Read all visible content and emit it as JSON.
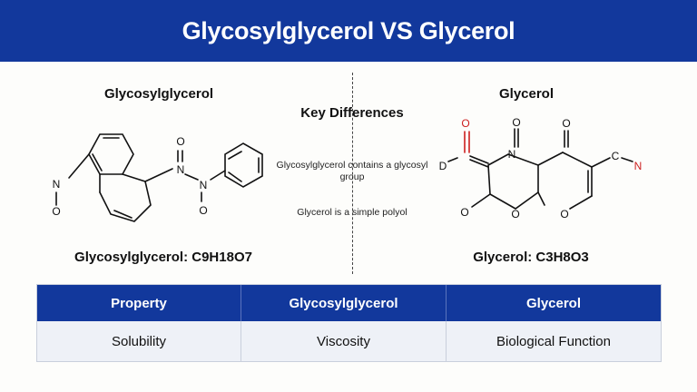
{
  "header": {
    "title": "Glycosylglycerol VS Glycerol"
  },
  "left": {
    "title": "Glycosylglycerol",
    "formula": "Glycosylglycerol: C9H18O7",
    "atoms": {
      "o_top": "O",
      "n_top": "N",
      "n_bottom": "N",
      "o_bottom": "O",
      "n_left": "N",
      "o_left": "O"
    }
  },
  "center": {
    "title": "Key Differences",
    "note1": "Glycosylglycerol contains a glycosyl group",
    "note2": "Glycerol is a simple polyol"
  },
  "right": {
    "title": "Glycerol",
    "formula": "Glycerol: C3H8O3",
    "atoms": {
      "o_top_left": "O",
      "o_top_mid": "O",
      "o_top_right": "O",
      "d": "D",
      "n_ring": "N",
      "c_right": "C",
      "n_right": "N",
      "o_bottom_left": "O",
      "o_ring1": "O",
      "o_ring2": "O"
    }
  },
  "table": {
    "headers": [
      "Property",
      "Glycosylglycerol",
      "Glycerol"
    ],
    "rows": [
      [
        "Solubility",
        "Viscosity",
        "Biological Function"
      ]
    ]
  },
  "colors": {
    "header_bg": "#12389c",
    "heteroatom_red": "#cc1f1f",
    "row_bg": "#eef1f7"
  }
}
